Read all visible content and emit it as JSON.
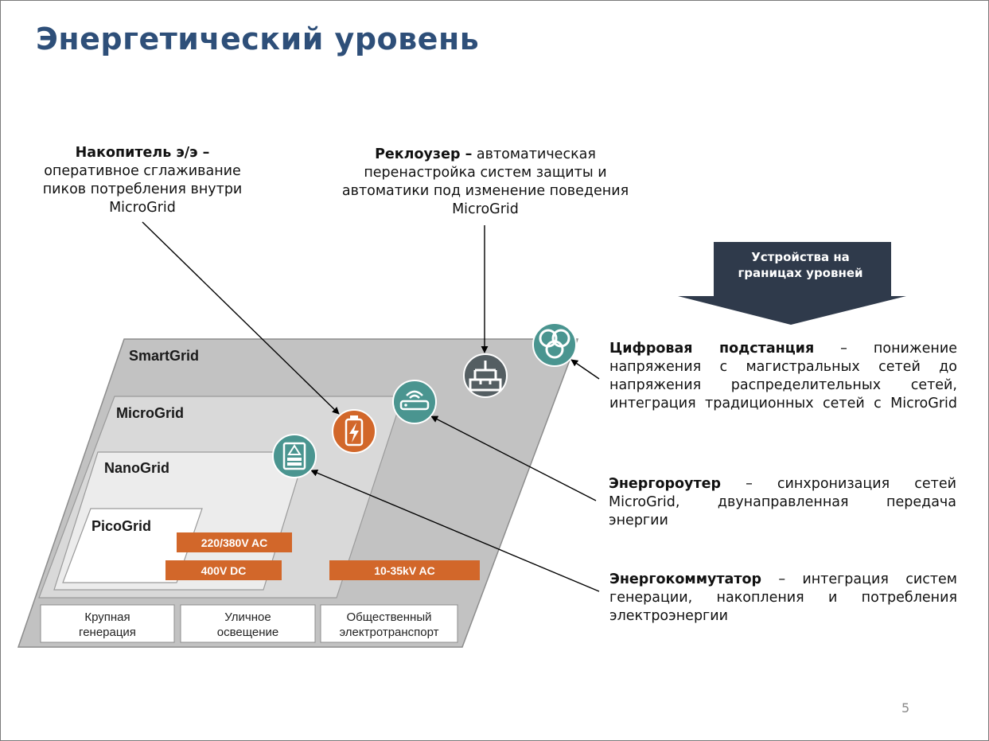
{
  "title": "Энергетический уровень",
  "page_number": "5",
  "levels": {
    "smartgrid": "SmartGrid",
    "microgrid": "MicroGrid",
    "nanogrid": "NanoGrid",
    "picogrid": "PicoGrid"
  },
  "voltages": {
    "ac_low": "220/380V AC",
    "dc": "400V DC",
    "ac_mid": "10-35kV AC"
  },
  "bottom_boxes": [
    {
      "line1": "Крупная",
      "line2": "генерация"
    },
    {
      "line1": "Уличное",
      "line2": "освещение"
    },
    {
      "line1": "Общественный",
      "line2": "электротранспорт"
    }
  ],
  "boundary_arrow": {
    "line1": "Устройства на",
    "line2": "границах уровней"
  },
  "callouts": {
    "storage": {
      "title": "Накопитель э/э –",
      "line1": "оперативное сглаживание",
      "line2": "пиков потребления внутри",
      "line3": "MicroGrid"
    },
    "recloser": {
      "title": "Реклоузер –",
      "line1_rest": " автоматическая",
      "line2": "перенастройка систем защиты и",
      "line3": "автоматики под изменение поведения",
      "line4": "MicroGrid"
    },
    "substation": {
      "title": "Цифровая подстанция",
      "line1_rest": " – понижение",
      "line2": "напряжения с магистральных сетей до",
      "line3": "напряжения распределительных сетей,",
      "line4": "интеграция традиционных сетей с MicroGrid"
    },
    "router": {
      "title": "Энергороутер",
      "line1_rest": " – синхронизация сетей",
      "line2": "MicroGrid, двунаправленная передача",
      "line3": "энергии"
    },
    "switch": {
      "title": "Энергокоммутатор",
      "line1_rest": " – интеграция систем",
      "line2": "генерации, накопления и потребления",
      "line3": "электроэнергии"
    }
  },
  "colors": {
    "title": "#2e4f79",
    "teal": "#4a9590",
    "orange": "#d2672a",
    "dark_grey": "#545e62",
    "navy_arrow": "#2f3a4b",
    "smartgrid_fill": "#c2c2c2",
    "microgrid_fill": "#d9d9d9",
    "nanogrid_fill": "#ececec"
  },
  "icons": [
    "battery-icon",
    "recloser-icon",
    "substation-icon",
    "router-icon",
    "switch-icon"
  ]
}
